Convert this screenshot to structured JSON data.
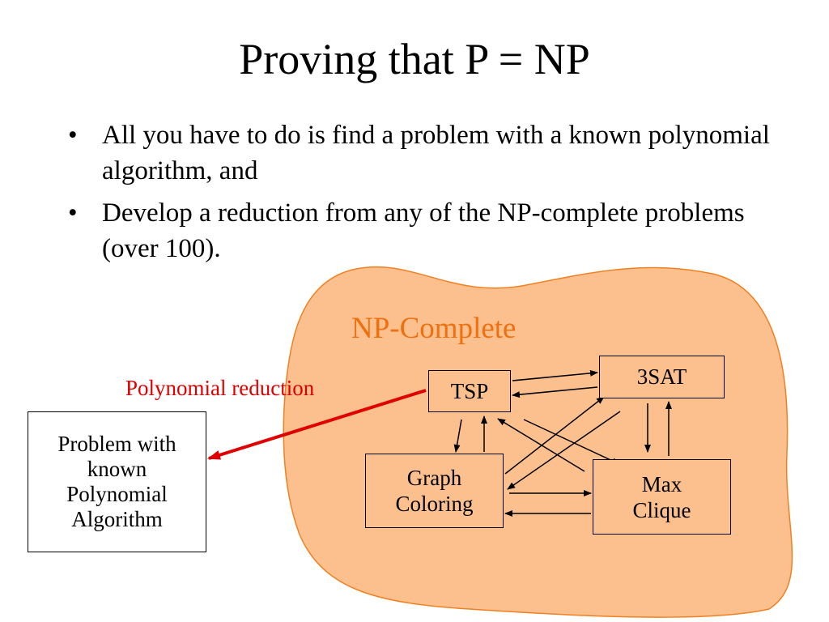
{
  "slide": {
    "title": "Proving that P = NP",
    "bullets": [
      "All you have to do is find a problem with a known polynomial algorithm, and",
      "Develop a reduction from any of the NP-complete problems (over 100)."
    ],
    "bullet_glyph": "•"
  },
  "diagram": {
    "region_label": "NP-Complete",
    "reduction_label": "Polynomial reduction",
    "nodes": {
      "tsp": "TSP",
      "sat": "3SAT",
      "graph_coloring": [
        "Graph",
        "Coloring"
      ],
      "max_clique": [
        "Max",
        "Clique"
      ],
      "known_problem": [
        "Problem with",
        "known",
        "Polynomial",
        "Algorithm"
      ]
    },
    "colors": {
      "region_fill": "#FBC08E",
      "region_stroke": "#F08020",
      "region_label": "#F07010",
      "reduction": "#E00000"
    }
  }
}
